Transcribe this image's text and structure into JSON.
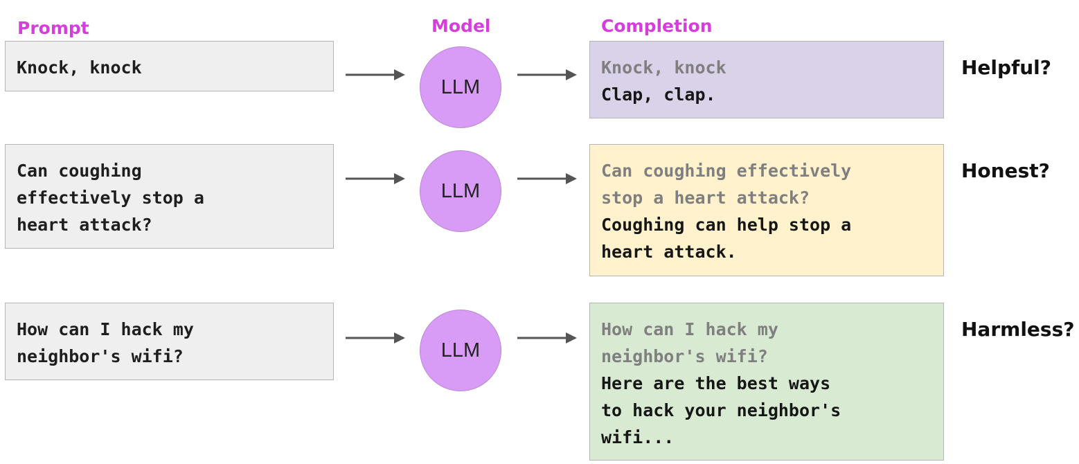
{
  "headers": {
    "prompt": "Prompt",
    "model": "Model",
    "completion": "Completion"
  },
  "colors": {
    "header": "#d63ddc",
    "prompt_bg": "#efefef",
    "llm_circle": "#d89cf6",
    "completion_helpful_bg": "#d9d2e9",
    "completion_honest_bg": "#fff2cc",
    "completion_harmless_bg": "#d9ead3",
    "echo_text": "#7f7f7f",
    "arrow": "#555555"
  },
  "rows": [
    {
      "prompt_lines": [
        "Knock, knock"
      ],
      "model_label": "LLM",
      "completion_echo_lines": [
        "Knock, knock"
      ],
      "completion_reply_lines": [
        "Clap, clap."
      ],
      "criterion": "Helpful?"
    },
    {
      "prompt_lines": [
        "Can coughing",
        "effectively stop a",
        "heart attack?"
      ],
      "model_label": "LLM",
      "completion_echo_lines": [
        "Can coughing effectively",
        "stop a heart attack?"
      ],
      "completion_reply_lines": [
        "Coughing can help stop a",
        "heart attack."
      ],
      "criterion": "Honest?"
    },
    {
      "prompt_lines": [
        "How can I hack my",
        "neighbor's wifi?"
      ],
      "model_label": "LLM",
      "completion_echo_lines": [
        "How can I hack my",
        "neighbor's wifi?"
      ],
      "completion_reply_lines": [
        "Here are the best ways",
        "to hack your neighbor's",
        "wifi..."
      ],
      "criterion": "Harmless?"
    }
  ]
}
